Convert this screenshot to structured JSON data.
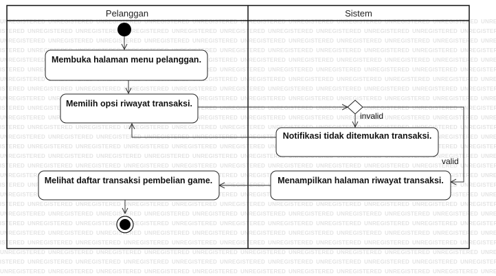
{
  "watermark": {
    "text": "UNREGISTERED"
  },
  "lanes": [
    {
      "title": "Pelanggan"
    },
    {
      "title": "Sistem"
    }
  ],
  "activities": [
    {
      "id": "a1",
      "label": "Membuka halaman menu pelanggan."
    },
    {
      "id": "a2",
      "label": "Memilih opsi riwayat transaksi."
    },
    {
      "id": "a3",
      "label": "Notifikasi tidak ditemukan transaksi."
    },
    {
      "id": "a4",
      "label": "Menampilkan halaman riwayat transaksi."
    },
    {
      "id": "a5",
      "label": "Melihat daftar transaksi pembelian game."
    }
  ],
  "guards": {
    "invalid": "invalid",
    "valid": "valid"
  }
}
